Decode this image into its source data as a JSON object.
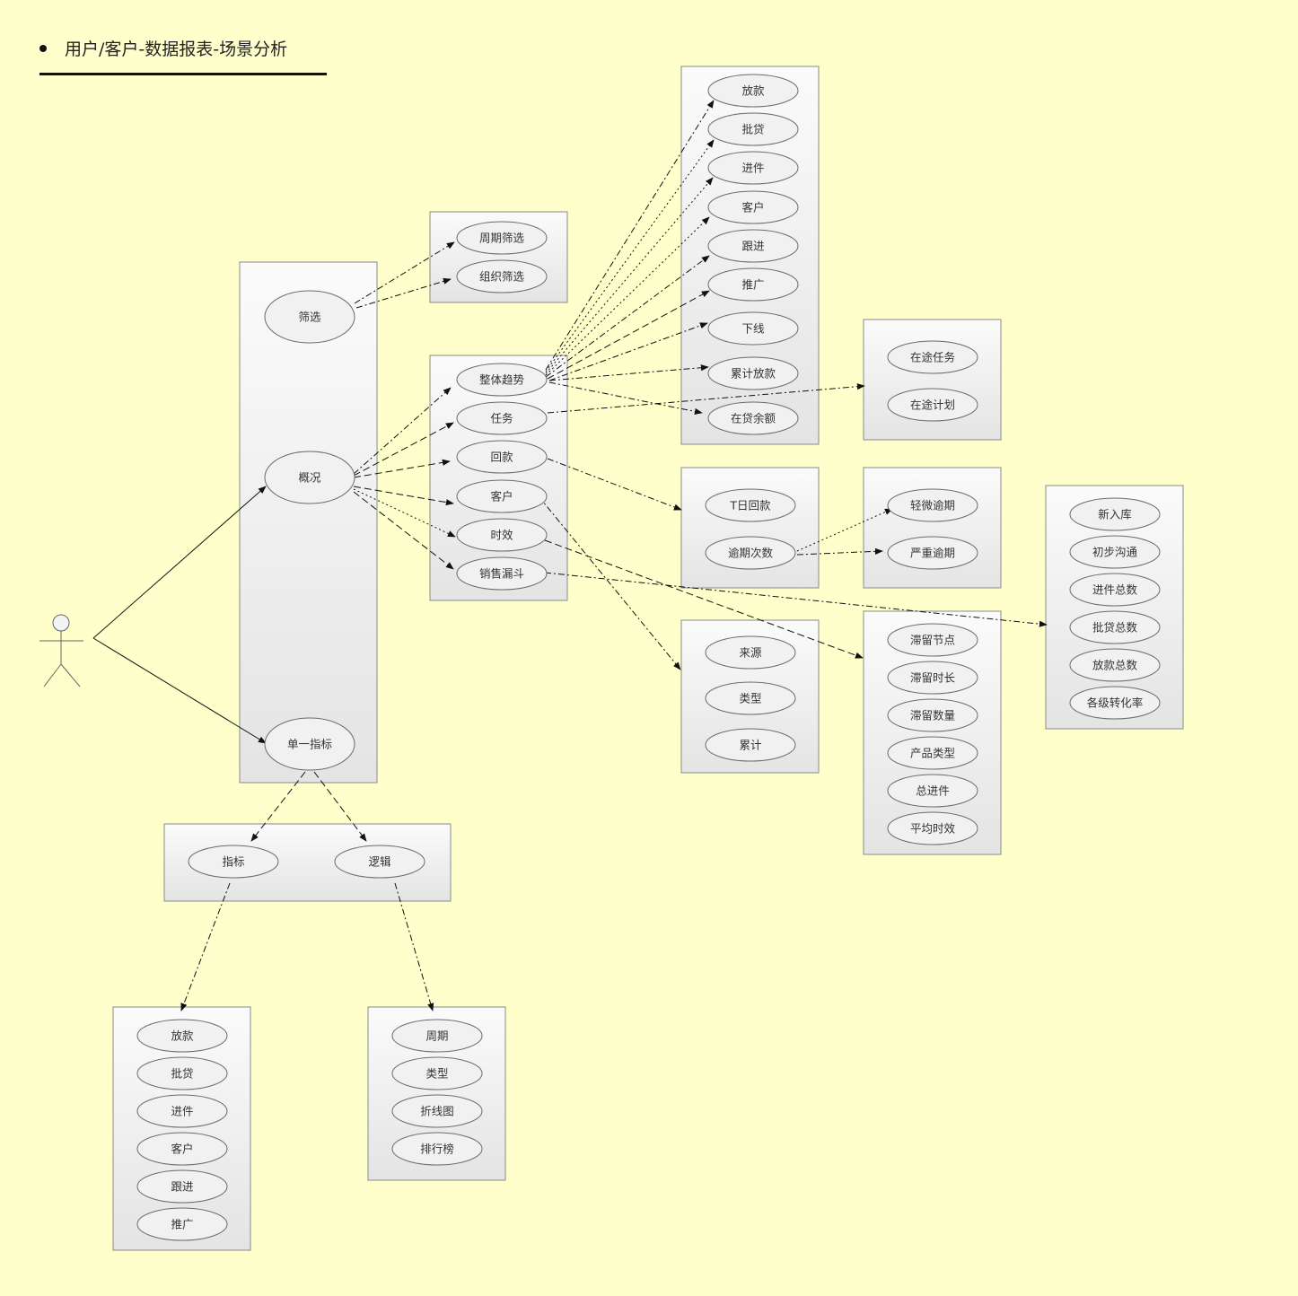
{
  "title": "用户/客户-数据报表-场景分析",
  "colors": {
    "background": "#ffffcc",
    "box_top": "#fbfbfb",
    "box_bottom": "#e4e4e4",
    "box_stroke": "#8a8a8a",
    "oval_fill": "#f1f1f1",
    "line": "#111111"
  },
  "actor": {
    "icon": "stick-figure-actor-icon"
  },
  "main": {
    "filter": "筛选",
    "overview": "概况",
    "single_metric": "单一指标"
  },
  "filter_options": [
    "周期筛选",
    "组织筛选"
  ],
  "overview_items": [
    "整体趋势",
    "任务",
    "回款",
    "客户",
    "时效",
    "销售漏斗"
  ],
  "trend_items": [
    "放款",
    "批贷",
    "进件",
    "客户",
    "跟进",
    "推广",
    "下线",
    "累计放款",
    "在贷余额"
  ],
  "task_items": [
    "在途任务",
    "在途计划"
  ],
  "repayment_items": [
    "T日回款",
    "逾期次数"
  ],
  "overdue_items": [
    "轻微逾期",
    "严重逾期"
  ],
  "customer_items": [
    "来源",
    "类型",
    "累计"
  ],
  "timeliness_items": [
    "滞留节点",
    "滞留时长",
    "滞留数量",
    "产品类型",
    "总进件",
    "平均时效"
  ],
  "funnel_items": [
    "新入库",
    "初步沟通",
    "进件总数",
    "批贷总数",
    "放款总数",
    "各级转化率"
  ],
  "single_metric_items": [
    "指标",
    "逻辑"
  ],
  "metric_items": [
    "放款",
    "批贷",
    "进件",
    "客户",
    "跟进",
    "推广"
  ],
  "logic_items": [
    "周期",
    "类型",
    "折线图",
    "排行榜"
  ]
}
